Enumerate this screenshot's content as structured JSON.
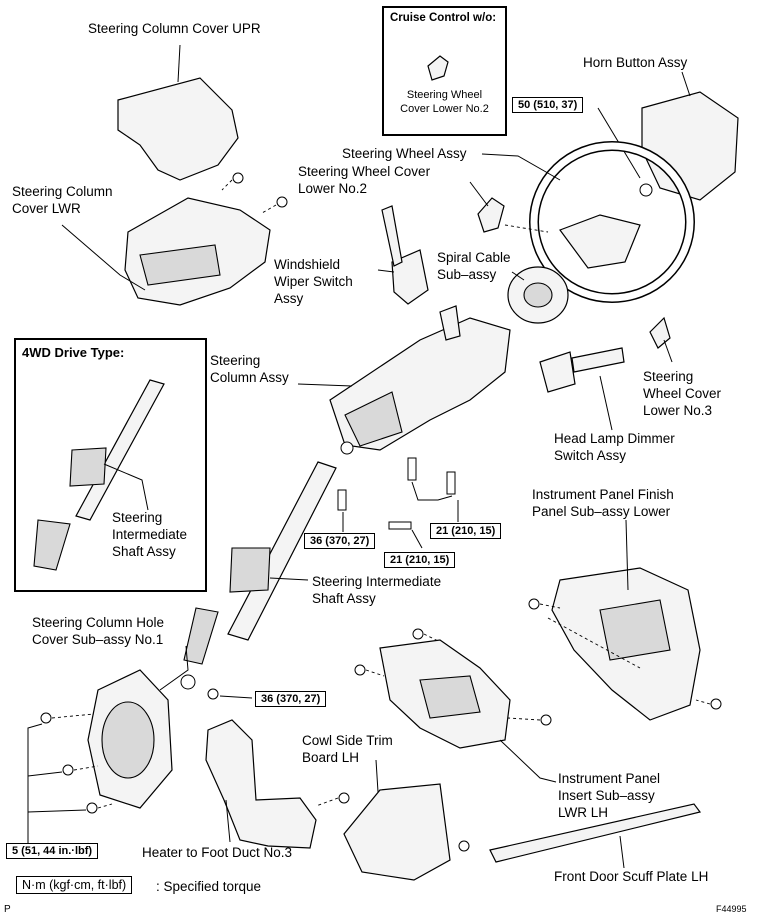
{
  "labels": {
    "column_cover_upr": "Steering Column Cover UPR",
    "column_cover_lwr": "Steering Column\nCover LWR",
    "horn_button": "Horn Button Assy",
    "wheel_assy": "Steering Wheel Assy",
    "wheel_cover_no2": "Steering Wheel Cover\nLower No.2",
    "wiper_switch": "Windshield\nWiper Switch\nAssy",
    "spiral_cable": "Spiral Cable\nSub–assy",
    "column_assy": "Steering\nColumn Assy",
    "wheel_cover_no3": "Steering\nWheel Cover\nLower No.3",
    "dimmer_switch": "Head Lamp Dimmer\nSwitch Assy",
    "inner_shaft": "Steering\nIntermediate\nShaft Assy",
    "intermediate_shaft": "Steering Intermediate\nShaft Assy",
    "panel_finish": "Instrument Panel Finish\nPanel Sub–assy Lower",
    "hole_cover": "Steering Column Hole\nCover Sub–assy No.1",
    "cowl_trim": "Cowl Side Trim\nBoard LH",
    "panel_insert": "Instrument Panel\nInsert Sub–assy\nLWR LH",
    "heater_duct": "Heater to Foot Duct No.3",
    "scuff_plate": "Front Door Scuff Plate LH",
    "specified_torque": ": Specified torque"
  },
  "inset_cruise": {
    "title": "Cruise Control w/o:",
    "part": "Steering Wheel\nCover Lower No.2"
  },
  "inset_4wd": {
    "title": "4WD Drive Type:"
  },
  "torques": {
    "horn": "50 (510, 37)",
    "col_bolt_a": "21 (210, 15)",
    "col_bolt_b": "21 (210, 15)",
    "shaft_upper": "36 (370, 27)",
    "shaft_lower": "36 (370, 27)",
    "hole_cover": "5 (51, 44 in.·lbf)",
    "legend_unit": "N·m (kgf·cm, ft·lbf)"
  },
  "footer": {
    "figure_code": "F44995",
    "corner_mark": "P"
  }
}
